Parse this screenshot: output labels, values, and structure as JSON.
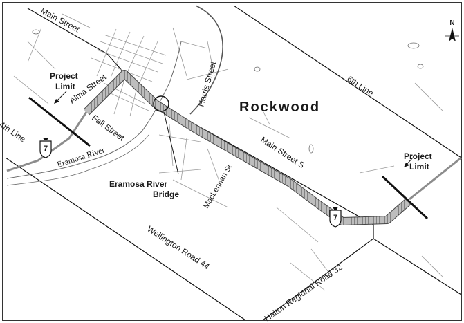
{
  "map": {
    "town_name": "Rockwood",
    "roads": {
      "main_street_nw": "Main Street",
      "alma_street": "Alma Street",
      "fall_street": "Fall Street",
      "harris_street": "Harris Street",
      "sixth_line": "6th Line",
      "fourth_line": "4th Line",
      "main_street_s": "Main Street S",
      "maclennan_st": "MacLennan St",
      "wellington_road": "Wellington Road 44",
      "halton_road": "Halton Regional Road 32"
    },
    "water": {
      "river_name": "Eramosa River"
    },
    "annotations": {
      "project_limit_west_line1": "Project",
      "project_limit_west_line2": "Limit",
      "project_limit_east_line1": "Project",
      "project_limit_east_line2": "Limit",
      "bridge_line1": "Eramosa River",
      "bridge_line2": "Bridge"
    },
    "highway_shields": [
      {
        "route": "7"
      },
      {
        "route": "7"
      }
    ],
    "north_arrow": {
      "label": "N",
      "icon": "north-arrow-icon"
    },
    "colors": {
      "project_corridor": "#7a7a7a",
      "highway": "#8c8c8c",
      "streets": "#9a9a9a",
      "boundary": "#111111",
      "ink": "#1a1a1a"
    }
  }
}
